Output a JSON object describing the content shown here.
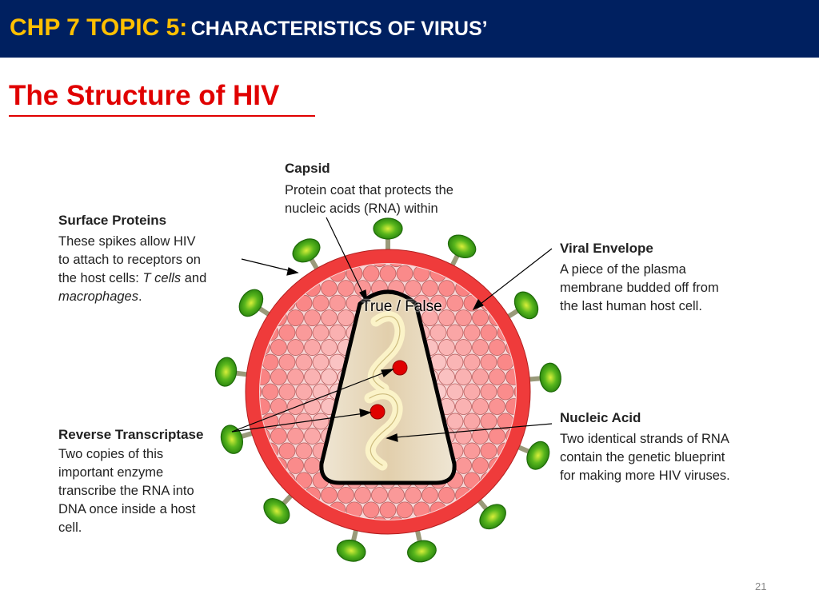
{
  "header": {
    "title_prefix": "CHP 7 TOPIC 5:",
    "title_suffix": "CHARACTERISTICS OF VIRUS’"
  },
  "subtitle": "The Structure of HIV",
  "labels": {
    "capsid": {
      "title": "Capsid",
      "lines": [
        "Protein coat that protects the",
        "nucleic acids (RNA) within"
      ]
    },
    "surface_proteins": {
      "title": "Surface Proteins",
      "lines": [
        "These spikes allow HIV",
        "to attach to receptors on",
        "the host cells: ",
        "macrophages"
      ],
      "italic_a": "T cells",
      "after_italic_a": " and",
      "after_italic_b": "."
    },
    "viral_envelope": {
      "title": "Viral Envelope",
      "lines": [
        "A piece of the plasma",
        "membrane budded off from",
        "the last human host cell."
      ]
    },
    "reverse_transcriptase": {
      "title": "Reverse Transcriptase",
      "lines": [
        "Two copies of this",
        "important enzyme",
        "transcribe the RNA into",
        "DNA once inside a host",
        "cell."
      ]
    },
    "nucleic_acid": {
      "title": "Nucleic Acid",
      "lines": [
        "Two identical strands of RNA",
        "contain the genetic blueprint",
        "for making more HIV viruses."
      ]
    }
  },
  "overlay_text": "True / False",
  "page_number": "21",
  "colors": {
    "header_bg": "#002060",
    "header_prefix": "#ffc000",
    "subtitle": "#e00000",
    "envelope": "#ef3b3b",
    "matrix": "#f6c2c2",
    "capsid_fill": "#e8d7b8",
    "spike_head": "#3aa617",
    "spike_stalk": "#9a9a7a",
    "enzyme": "#e00000"
  }
}
